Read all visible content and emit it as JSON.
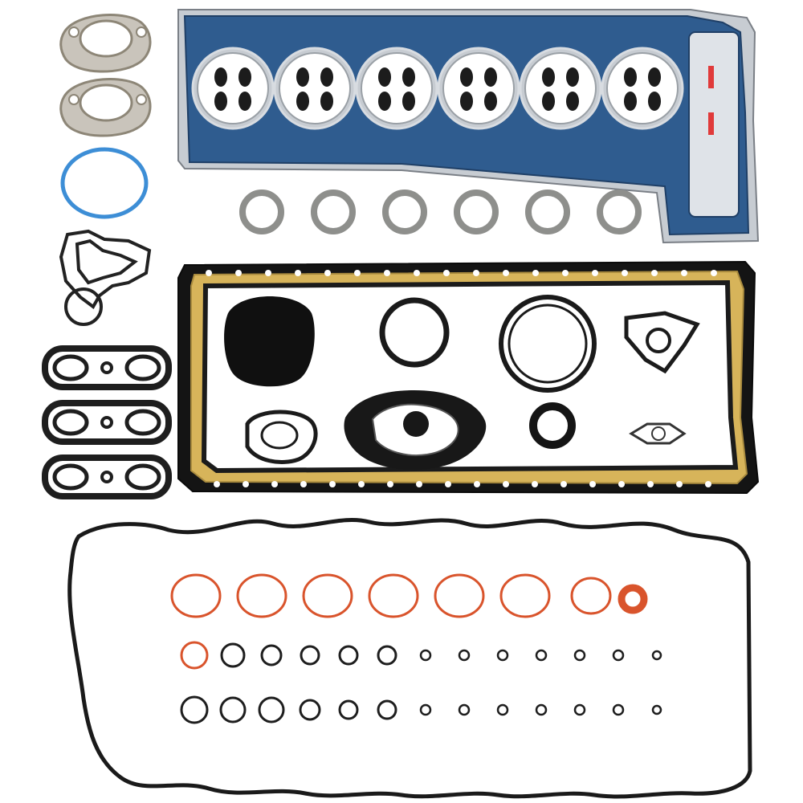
{
  "palette": {
    "background": "#ffffff",
    "head_gasket_blue": "#2f5c8f",
    "head_gasket_steel": "#c7ccd2",
    "rubber_black": "#1e1e1e",
    "pan_gold": "#d7b45a",
    "oring_orange": "#d9542c",
    "oring_blue": "#3d8ed6",
    "fiber_gray": "#b9b6b0",
    "steel_ring": "#8e8f8c",
    "valve_red": "#e03a3a"
  },
  "parts": {
    "head_gasket": {
      "cylinders": 6
    },
    "exhaust_seals": {
      "count": 6
    },
    "small_orings": {
      "count": 28
    },
    "large_orange_orings": {
      "count": 7
    }
  }
}
